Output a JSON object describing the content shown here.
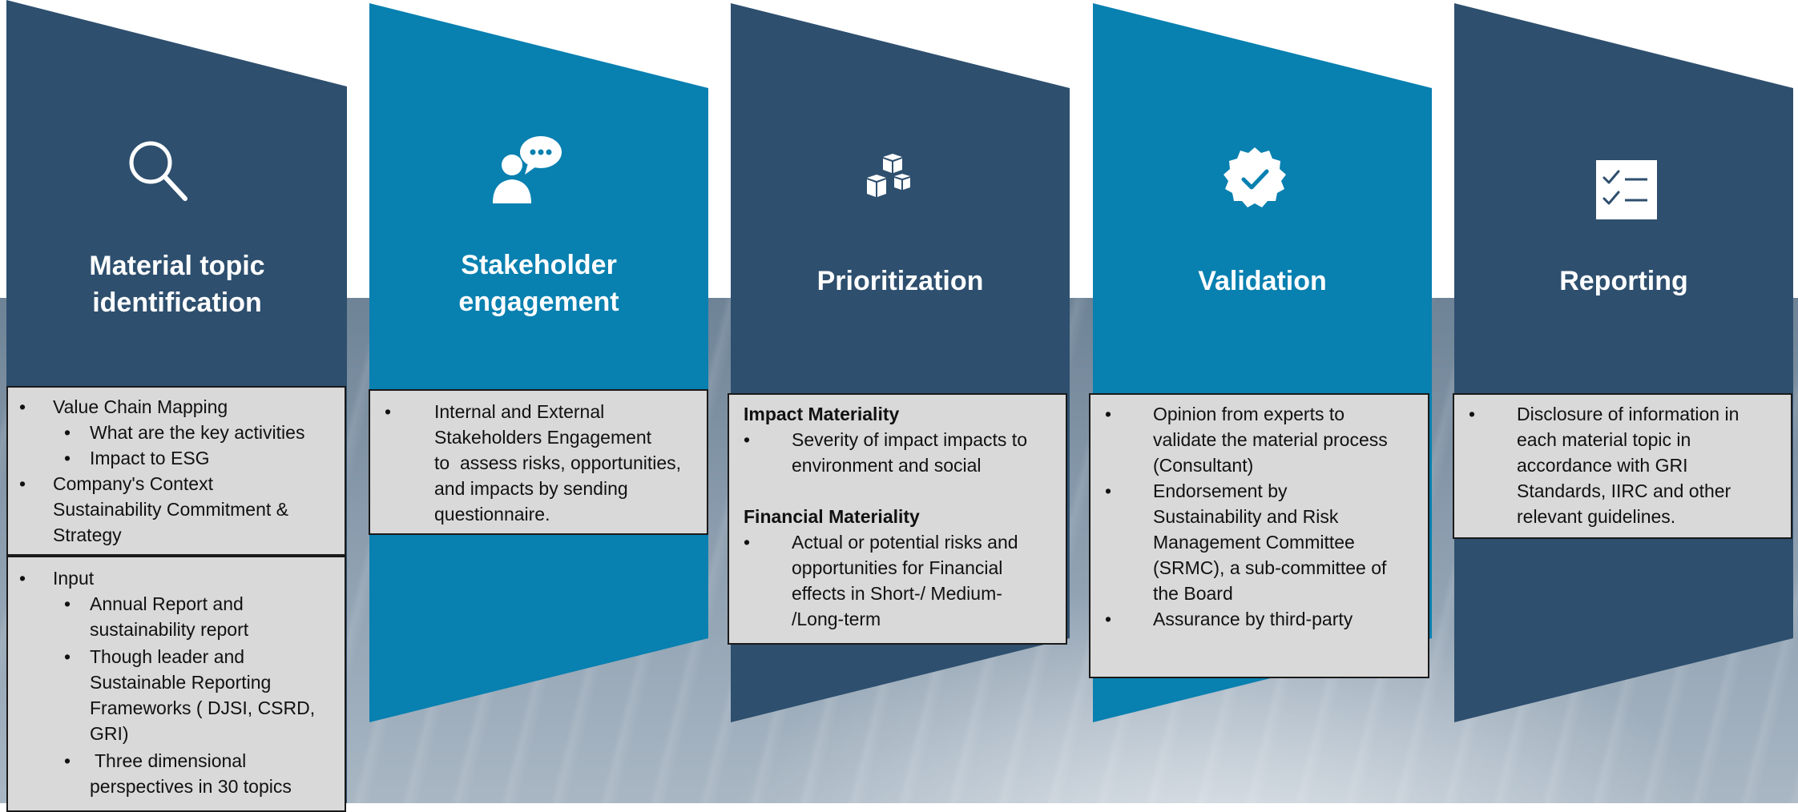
{
  "colors": {
    "navy": "#2e4f6e",
    "teal": "#0880b0",
    "box_fill": "#d9d9d9",
    "box_border": "#1a1a1a"
  },
  "stages": [
    {
      "title_line1": "Material topic",
      "title_line2": "identification",
      "icon": "magnifier-icon",
      "color": "#2e4f6e",
      "box1": {
        "items": [
          {
            "text": "Value Chain Mapping"
          },
          {
            "text": "What are the key activities"
          },
          {
            "text": "Impact to ESG"
          },
          {
            "text": "Company's Context"
          },
          {
            "text": "Sustainability Commitment &"
          },
          {
            "text": "Strategy"
          }
        ]
      },
      "box2": {
        "input": "Input",
        "sub1_l1": "Annual Report and",
        "sub1_l2": "sustainability report",
        "sub2_l1": "Though leader and",
        "sub2_l2": "Sustainable Reporting",
        "sub2_l3": "Frameworks ( DJSI, CSRD,",
        "sub2_l4": "GRI)",
        "sub3_l1": " Three dimensional",
        "sub3_l2": "perspectives in 30 topics"
      }
    },
    {
      "title_line1": "Stakeholder",
      "title_line2": "engagement",
      "icon": "stakeholder-chat-icon",
      "color": "#0880b0",
      "box": {
        "l1": "Internal and External",
        "l2": "Stakeholders Engagement",
        "l3": "to  assess risks, opportunities,",
        "l4": "and impacts by sending",
        "l5": "questionnaire."
      }
    },
    {
      "title": "Prioritization",
      "icon": "cubes-icon",
      "color": "#2e4f6e",
      "box": {
        "h1": "Impact Materiality",
        "h1_l1": "Severity of impact impacts to",
        "h1_l2": "environment and social",
        "h2": "Financial Materiality",
        "h2_l1": "Actual or potential risks and",
        "h2_l2": "opportunities for Financial",
        "h2_l3": "effects in Short-/ Medium-",
        "h2_l4": "/Long-term"
      }
    },
    {
      "title": "Validation",
      "icon": "badge-check-icon",
      "color": "#0880b0",
      "box": {
        "a_l1": "Opinion from experts to",
        "a_l2": "validate the material process",
        "a_l3": "(Consultant)",
        "b_l1": "Endorsement by",
        "b_l2": "Sustainability and Risk",
        "b_l3": "Management Committee",
        "b_l4": "(SRMC), a sub-committee of",
        "b_l5": "the Board",
        "c_l1": "Assurance by third-party"
      }
    },
    {
      "title": "Reporting",
      "icon": "checklist-icon",
      "color": "#2e4f6e",
      "box": {
        "l1": "Disclosure of information in",
        "l2": "each material topic in",
        "l3": "accordance with GRI",
        "l4": "Standards, IIRC and other",
        "l5": "relevant guidelines."
      }
    }
  ]
}
